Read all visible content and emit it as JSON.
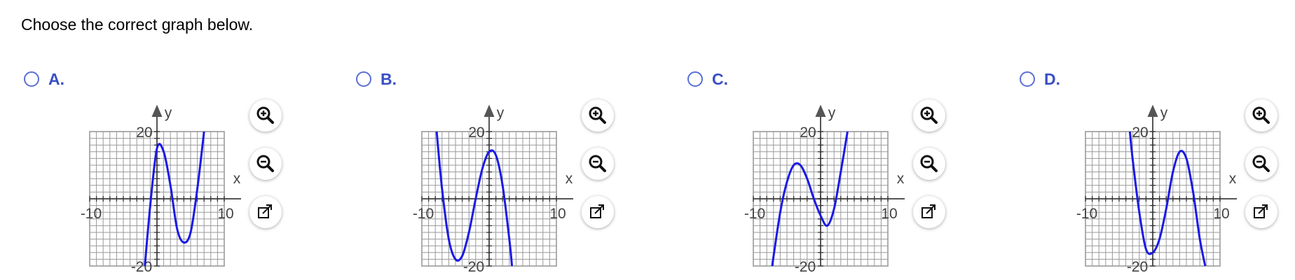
{
  "prompt": "Choose the correct graph below.",
  "accent_color": "#3a4fc4",
  "curve_color": "#1a1ae6",
  "options": [
    {
      "letter": "A.",
      "selected": false,
      "chart_data": {
        "type": "line",
        "xlabel": "x",
        "ylabel": "y",
        "xlim": [
          -10,
          10
        ],
        "ylim": [
          -20,
          20
        ],
        "tick_labels": {
          "x_min": "-10",
          "x_max": "10",
          "y_max": "20",
          "y_min": "-20"
        },
        "grid": true,
        "series": [
          {
            "x": [
              -1.8,
              -1,
              0,
              1,
              2,
              3,
              4,
              5,
              6,
              7
            ],
            "y": [
              -20,
              -2,
              15,
              14,
              4,
              -9,
              -13,
              -10,
              3,
              20
            ]
          }
        ]
      }
    },
    {
      "letter": "B.",
      "selected": false,
      "chart_data": {
        "type": "line",
        "xlabel": "x",
        "ylabel": "y",
        "xlim": [
          -10,
          10
        ],
        "ylim": [
          -20,
          20
        ],
        "tick_labels": {
          "x_min": "-10",
          "x_max": "10",
          "y_max": "20",
          "y_min": "-20"
        },
        "grid": true,
        "series": [
          {
            "x": [
              -7.8,
              -7,
              -6,
              -5,
              -4,
              -3,
              -2,
              -1,
              0,
              1,
              2,
              3,
              3.4
            ],
            "y": [
              20,
              3,
              -12,
              -18,
              -17,
              -10,
              0,
              9,
              14,
              13,
              4,
              -12,
              -20
            ]
          }
        ]
      }
    },
    {
      "letter": "C.",
      "selected": false,
      "chart_data": {
        "type": "line",
        "xlabel": "x",
        "ylabel": "y",
        "xlim": [
          -10,
          10
        ],
        "ylim": [
          -20,
          20
        ],
        "tick_labels": {
          "x_min": "-10",
          "x_max": "10",
          "y_max": "20",
          "y_min": "-20"
        },
        "grid": true,
        "series": [
          {
            "x": [
              -7.2,
              -6,
              -5,
              -4,
              -3,
              -2,
              -1,
              0,
              1,
              2,
              3,
              4
            ],
            "y": [
              -20,
              -4,
              5,
              10,
              10,
              6,
              0,
              -5,
              -8,
              -3,
              8,
              20
            ]
          }
        ]
      }
    },
    {
      "letter": "D.",
      "selected": false,
      "chart_data": {
        "type": "line",
        "xlabel": "x",
        "ylabel": "y",
        "xlim": [
          -10,
          10
        ],
        "ylim": [
          -20,
          20
        ],
        "tick_labels": {
          "x_min": "-10",
          "x_max": "10",
          "y_max": "20",
          "y_min": "-20"
        },
        "grid": true,
        "series": [
          {
            "x": [
              -3.4,
              -3,
              -2,
              -1,
              0,
              1,
              2,
              3,
              4,
              5,
              6,
              7,
              7.8
            ],
            "y": [
              20,
              12,
              -4,
              -15,
              -16,
              -12,
              -3,
              8,
              14,
              12,
              2,
              -12,
              -20
            ]
          }
        ]
      }
    }
  ],
  "tools": {
    "zoom_in_icon": "zoom-in-icon",
    "zoom_out_icon": "zoom-out-icon",
    "popout_icon": "external-link-icon"
  }
}
